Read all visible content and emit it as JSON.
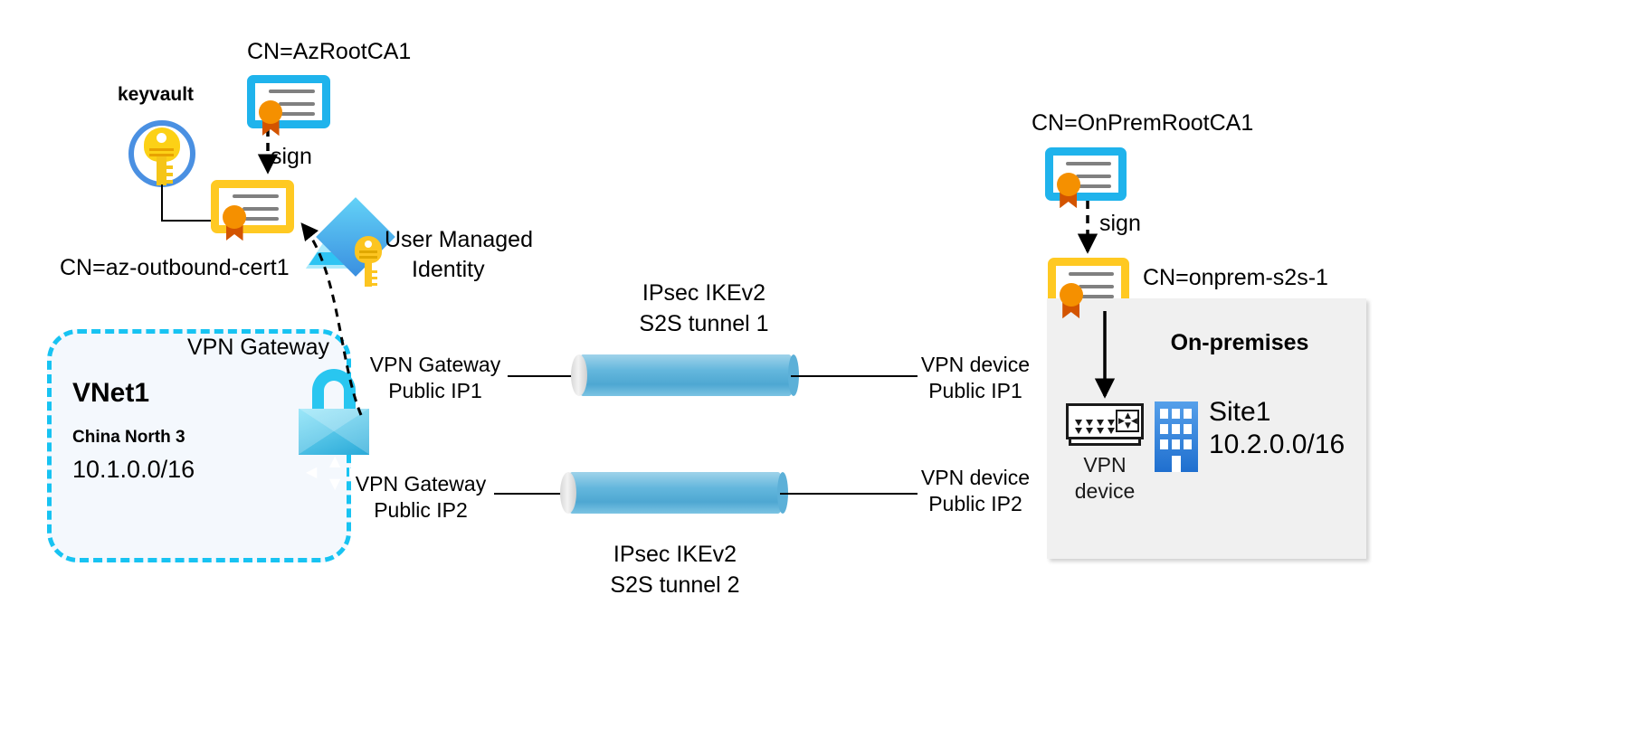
{
  "diagram": {
    "title": "Azure VPN Gateway site-to-site with certificate authentication",
    "colors": {
      "vnet_border": "#17c3f2",
      "vnet_fill": "#f4f8fd",
      "onprem_fill": "#f0f0f0",
      "tunnel": "#64b7dd",
      "cert_root_border": "#1fb3ec",
      "cert_leaf_border": "#ffc922",
      "seal": "#f59000",
      "keyvault_ring": "#4a90e2",
      "key_yellow": "#fcd116",
      "gateway_lock": "#29c6f0",
      "building_blue": "#1f6fcf"
    }
  },
  "azure": {
    "keyvault_label": "keyvault",
    "keyvault_icon": "key-in-circle-icon",
    "root_cert_label": "CN=AzRootCA1",
    "root_cert_icon": "certificate-icon",
    "sign_label": "sign",
    "leaf_cert_label": "CN=az-outbound-cert1",
    "leaf_cert_icon": "certificate-icon",
    "managed_identity_label_line1": "User Managed",
    "managed_identity_label_line2": "Identity",
    "managed_identity_icon": "managed-identity-icon",
    "vnet": {
      "gateway_label": "VPN Gateway",
      "gateway_icon": "vpn-gateway-lock-icon",
      "name": "VNet1",
      "region": "China North 3",
      "address_space": "10.1.0.0/16"
    },
    "endpoints": [
      {
        "line1": "VPN Gateway",
        "line2": "Public IP1"
      },
      {
        "line1": "VPN Gateway",
        "line2": "Public IP2"
      }
    ]
  },
  "tunnels": [
    {
      "title_line1": "IPsec IKEv2",
      "title_line2": "S2S tunnel 1",
      "icon": "tunnel-cylinder-icon"
    },
    {
      "title_line1": "IPsec IKEv2",
      "title_line2": "S2S tunnel 2",
      "icon": "tunnel-cylinder-icon"
    }
  ],
  "onpremises": {
    "root_cert_label": "CN=OnPremRootCA1",
    "root_cert_icon": "certificate-icon",
    "sign_label": "sign",
    "leaf_cert_label": "CN=onprem-s2s-1",
    "leaf_cert_icon": "certificate-icon",
    "title": "On-premises",
    "device": {
      "label_line1": "VPN",
      "label_line2": "device",
      "icon": "router-icon"
    },
    "site": {
      "name": "Site1",
      "address_space": "10.2.0.0/16",
      "icon": "building-icon"
    },
    "endpoints": [
      {
        "line1": "VPN device",
        "line2": "Public IP1"
      },
      {
        "line1": "VPN device",
        "line2": "Public IP2"
      }
    ]
  }
}
